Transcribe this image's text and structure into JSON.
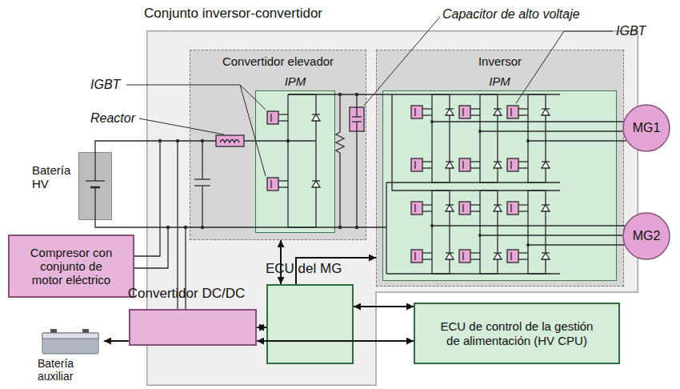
{
  "diagram": {
    "nodes": [
      {
        "text": [
          "Conjunto inversor-convertidor"
        ]
      },
      {
        "text": [
          "Convertidor elevador"
        ],
        "in": 0
      },
      {
        "text": [
          "IPM"
        ],
        "in": 1
      },
      {
        "text": [
          "Inversor"
        ],
        "in": 0
      },
      {
        "text": [
          "IPM"
        ],
        "in": 3
      },
      {
        "text": [
          "Batería HV"
        ]
      },
      {
        "text": [
          "MG1"
        ]
      },
      {
        "text": [
          "MG2"
        ]
      },
      {
        "text": [
          "Compresor con conjunto de motor eléctrico"
        ]
      },
      {
        "text": [
          "Convertidor DC/DC"
        ],
        "in": 0
      },
      {
        "text": [
          "ECU del MG"
        ],
        "in": 0
      },
      {
        "text": [
          "ECU de control de la gestión de alimentación (HV CPU)"
        ]
      },
      {
        "text": [
          "Batería auxiliar"
        ]
      }
    ],
    "edges": [
      {
        "from": 10,
        "to": 1,
        "arrow": "both"
      },
      {
        "from": 10,
        "to": 3,
        "arrow": "to"
      },
      {
        "from": 10,
        "to": 11,
        "arrow": "both"
      },
      {
        "from": 9,
        "to": 10,
        "arrow": "both"
      },
      {
        "from": 9,
        "to": 11,
        "arrow": "both"
      },
      {
        "from": 9,
        "to": 12,
        "arrow": "to"
      }
    ],
    "labels": [
      "IGBT",
      "Reactor",
      "Capacitor de alto voltaje",
      "IGBT"
    ]
  }
}
